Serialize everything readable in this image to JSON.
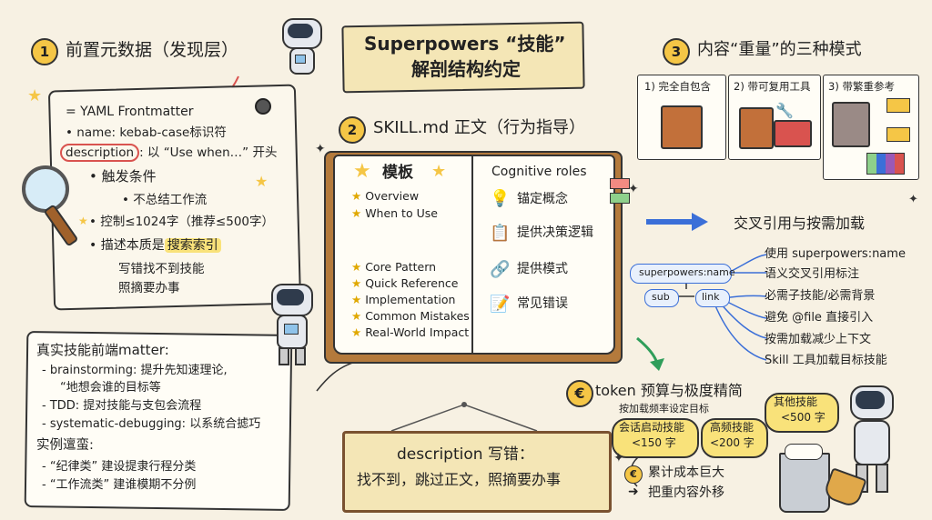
{
  "title": {
    "line1": "Superpowers “技能”",
    "line2": "解剖结构约定"
  },
  "section1": {
    "num": "1",
    "title": "前置元数据（发现层）",
    "yaml_label": "= YAML Frontmatter",
    "name_line": "name: kebab-case标识符",
    "desc_key": "description",
    "desc_rest": ": 以 “Use when…” 开头",
    "trigger": "触发条件",
    "no_workflow": "不总结工作流",
    "limit": "控制≤1024字（推荐≤500字）",
    "essence_a": "描述本质是",
    "essence_b": "搜索索引",
    "wrong": "写错找不到技能",
    "follow": "照摘要办事"
  },
  "real": {
    "title": "真实技能前端matter:",
    "l1": "- brainstorming: 提升先知速理论,",
    "l2": "“地想会谁的目标等",
    "l3": "- TDD: 提对技能与支包会流程",
    "l4": "- systematic-debugging: 以系统合摅巧",
    "sub": "实例邅蛮:",
    "l5": "- “纪律类” 建设提隶行程分类",
    "l6": "- “工作流类” 建谁模期不分例"
  },
  "section2": {
    "num": "2",
    "title": "SKILL.md 正文（行为指导）",
    "template_title": "模板",
    "template_items": [
      "Overview",
      "When to Use",
      "Core Pattern",
      "Quick Reference",
      "Implementation",
      "Common Mistakes",
      "Real-World Impact"
    ],
    "roles_title": "Cognitive roles",
    "roles": [
      "锚定概念",
      "提供决策逻辑",
      "提供模式",
      "常见错误"
    ]
  },
  "section3": {
    "num": "3",
    "title": "内容“重量”的三种模式",
    "modes": [
      "1) 完全自包含",
      "2) 带可复用工具",
      "3) 带繁重参考"
    ]
  },
  "crossref": {
    "title": "交叉引用与按需加载",
    "node_main": "superpowers:name",
    "node_sub": "sub",
    "node_link": "link",
    "items": [
      "使用 superpowers:name",
      "语义交叉引用标注",
      "必需子技能/必需背景",
      "避免 @file 直接引入",
      "按需加载减少上下文",
      "Skill 工具加载目标技能"
    ]
  },
  "token": {
    "title": "token 预算与极度精简",
    "note": "按加载频率设定目标",
    "b1_l1": "会话启动技能",
    "b1_l2": "<150 字",
    "b2_l1": "高频技能",
    "b2_l2": "<200 字",
    "b3_l1": "其他技能",
    "b3_l2": "<500 字",
    "cost": "累计成本巨大",
    "move": "把重内容外移"
  },
  "warning": {
    "line1": "description 写错：",
    "line2": "找不到，跳过正文，照摘要办事"
  },
  "colors": {
    "accent_yellow": "#f5c646",
    "highlight": "#f9e27a",
    "blue": "#3b6fd8",
    "red": "#d9534f",
    "paper": "#fffdf6"
  }
}
